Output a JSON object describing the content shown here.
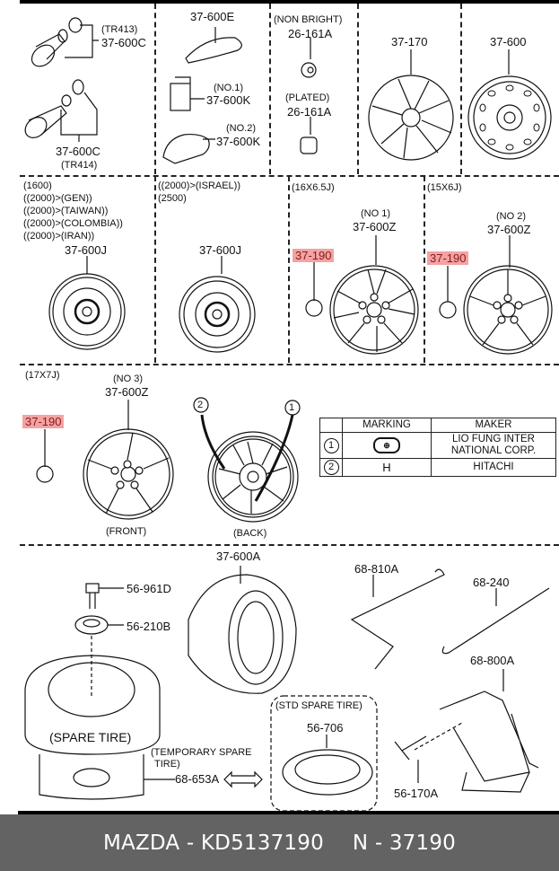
{
  "diagram": {
    "title": "Mazda wheel & tire parts diagram",
    "cells": {
      "valve": {
        "top_label_variant": "(TR413)",
        "top_label_part": "37-600C",
        "bottom_label_part": "37-600C",
        "bottom_label_variant": "(TR414)"
      },
      "sensor": {
        "part_e": "37-600E",
        "no1_variant": "(NO.1)",
        "no1_part": "37-600K",
        "no2_variant": "(NO.2)",
        "no2_part": "37-600K"
      },
      "nut": {
        "variant_1": "(NON BRIGHT)",
        "part_1": "26-161A",
        "variant_2": "(PLATED)",
        "part_2": "26-161A"
      },
      "wheel_cover": {
        "part": "37-170"
      },
      "steel_wheel": {
        "part": "37-600"
      },
      "steel_wheel_j1": {
        "conditions": [
          "(1600)",
          "((2000)>(GEN))",
          "((2000)>(TAIWAN))",
          "((2000)>(COLOMBIA))",
          "((2000)>(IRAN))"
        ],
        "part": "37-600J"
      },
      "steel_wheel_j2": {
        "conditions": [
          "((2000)>(ISRAEL))",
          "(2500)"
        ],
        "part": "37-600J"
      },
      "alloy_16": {
        "size": "(16X6.5J)",
        "variant": "(NO 1)",
        "part": "37-600Z",
        "cap_part": "37-190"
      },
      "alloy_15": {
        "size": "(15X6J)",
        "variant": "(NO 2)",
        "part": "37-600Z",
        "cap_part": "37-190"
      },
      "alloy_17": {
        "size": "(17X7J)",
        "variant": "(NO 3)",
        "part": "37-600Z",
        "cap_part": "37-190",
        "front_label": "(FRONT)",
        "back_label": "(BACK)",
        "callout_1": "1",
        "callout_2": "2"
      }
    },
    "marking_table": {
      "headers": [
        "",
        "MARKING",
        "MAKER"
      ],
      "rows": [
        {
          "num": "1",
          "marking": "logo",
          "maker_line1": "LIO FUNG INTER",
          "maker_line2": "NATIONAL CORP."
        },
        {
          "num": "2",
          "marking": "H",
          "maker_line1": "HITACHI",
          "maker_line2": ""
        }
      ]
    },
    "spare_section": {
      "tire_part": "37-600A",
      "bolt_part": "56-961D",
      "washer_part": "56-210B",
      "spare_tire_label": "(SPARE TIRE)",
      "temp_label_1": "(TEMPORARY SPARE",
      "temp_label_2": "TIRE)",
      "spacer_part": "68-653A",
      "std_label": "(STD SPARE TIRE)",
      "std_part": "56-706",
      "jack_handle_part": "68-810A",
      "wrench_part": "68-240",
      "jack_part": "68-800A",
      "jack_bolt_part": "56-170A"
    },
    "highlight_color": "#f3a3a3"
  },
  "footer": {
    "brand_part": "MAZDA - KD5137190",
    "number": "N - 37190"
  }
}
